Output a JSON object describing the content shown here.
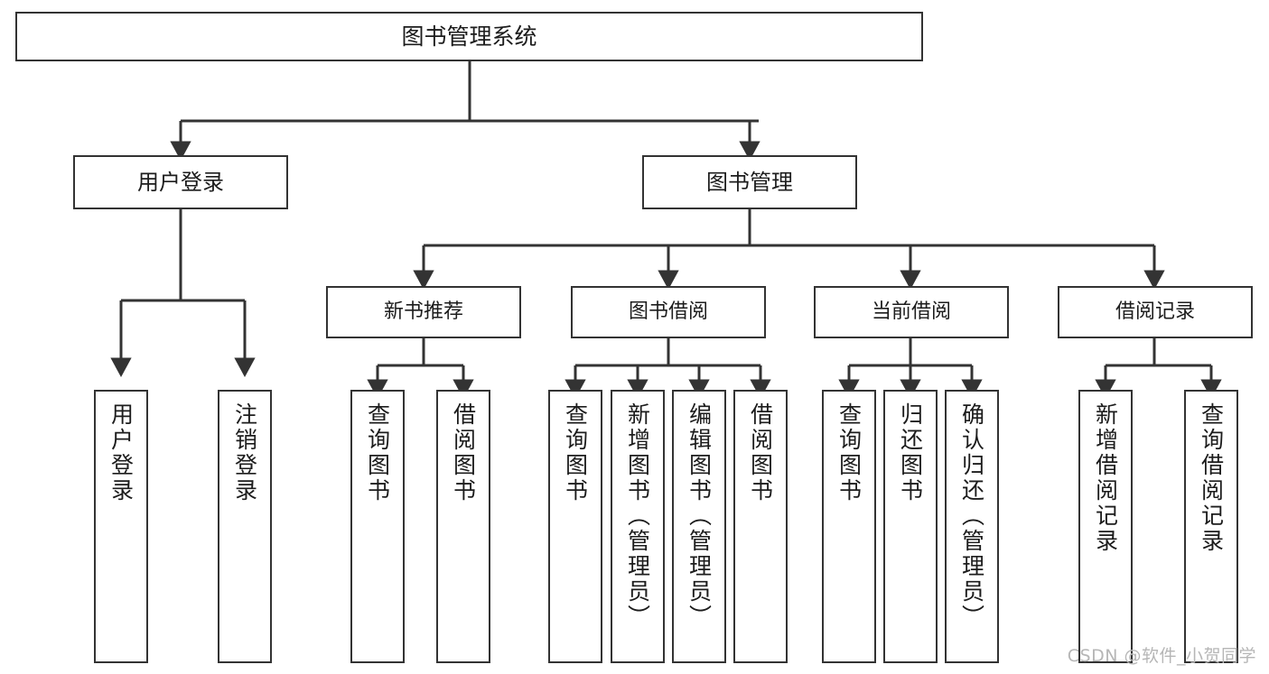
{
  "diagram": {
    "title": "图书管理系统",
    "type": "hierarchy-tree",
    "watermark": "CSDN @软件_小贺同学",
    "colors": {
      "box_border": "#333333",
      "box_fill": "#ffffff",
      "edge": "#333333",
      "text": "#1c1c1c",
      "watermark": "#b6b6b6"
    },
    "nodes": {
      "root": {
        "label": "图书管理系统"
      },
      "user_login": {
        "label": "用户登录"
      },
      "book_manage": {
        "label": "图书管理"
      },
      "new_book_rec": {
        "label": "新书推荐"
      },
      "book_borrow": {
        "label": "图书借阅"
      },
      "current_borrow": {
        "label": "当前借阅"
      },
      "borrow_record": {
        "label": "借阅记录"
      },
      "leaf_user_login": {
        "label": "用户登录"
      },
      "leaf_logout": {
        "label": "注销登录"
      },
      "leaf_query_book_a": {
        "label": "查询图书"
      },
      "leaf_borrow_book_a": {
        "label": "借阅图书"
      },
      "leaf_query_book_b": {
        "label": "查询图书"
      },
      "leaf_add_book": {
        "label": "新增图书（管理员）"
      },
      "leaf_edit_book": {
        "label": "编辑图书（管理员）"
      },
      "leaf_borrow_book_b": {
        "label": "借阅图书"
      },
      "leaf_query_book_c": {
        "label": "查询图书"
      },
      "leaf_return_book": {
        "label": "归还图书"
      },
      "leaf_confirm_return": {
        "label": "确认归还（管理员）"
      },
      "leaf_add_record": {
        "label": "新增借阅记录"
      },
      "leaf_query_record": {
        "label": "查询借阅记录"
      }
    }
  }
}
